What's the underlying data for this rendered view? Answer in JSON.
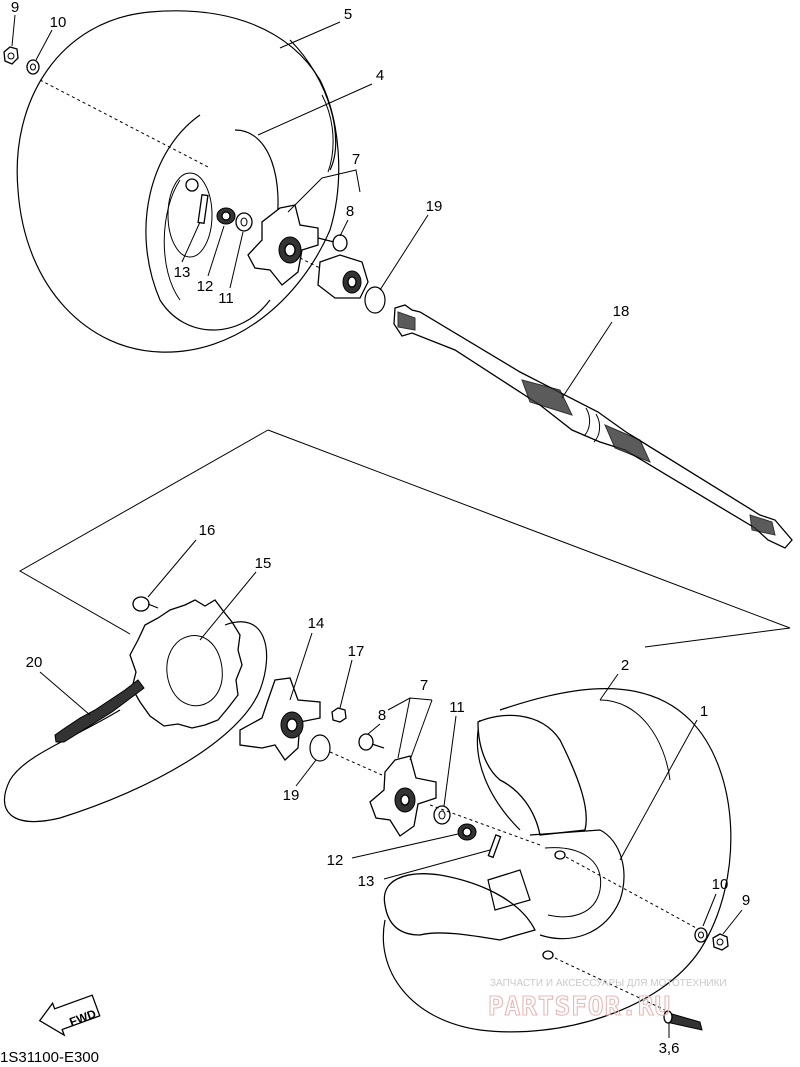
{
  "diagram": {
    "code": "1S31100-E300",
    "fwd_label": "FWD",
    "watermark": {
      "line1": "ЗАПЧАСТИ И АКСЕССУАРЫ ДЛЯ МОТОТЕХНИКИ",
      "line2": "PARTSFOR.RU"
    },
    "callouts": {
      "upper": {
        "n9": "9",
        "n10": "10",
        "n5": "5",
        "n4": "4",
        "n7": "7",
        "n8": "8",
        "n19": "19",
        "n13": "13",
        "n12": "12",
        "n11": "11",
        "n18": "18"
      },
      "lower": {
        "n16": "16",
        "n15": "15",
        "n20": "20",
        "n14": "14",
        "n17": "17",
        "n7": "7",
        "n8": "8",
        "n11": "11",
        "n2": "2",
        "n1": "1",
        "n19": "19",
        "n12": "12",
        "n13": "13",
        "n10": "10",
        "n9": "9",
        "n36": "3,6"
      }
    }
  }
}
